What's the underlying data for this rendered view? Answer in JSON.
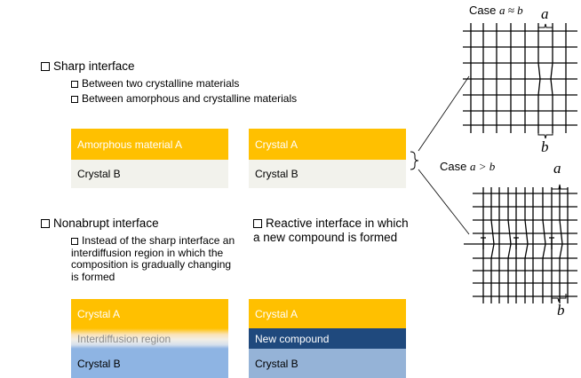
{
  "left": {
    "sharp": {
      "title": "Sharp interface",
      "sub1": "Between two crystalline materials",
      "sub2": "Between amorphous and crystalline materials"
    },
    "sharp_stack_1": {
      "top": "Amorphous material A",
      "bottom": "Crystal B"
    },
    "sharp_stack_2": {
      "top": "Crystal A",
      "bottom": "Crystal B"
    },
    "nonabrupt": {
      "title": "Nonabrupt interface",
      "desc": "Instead of the sharp interface an interdiffusion region in which the composition is gradually changing is formed"
    },
    "nonabrupt_stack": {
      "top": "Crystal A",
      "middle": "Interdiffusion region",
      "bottom": "Crystal B"
    },
    "reactive": {
      "title": "Reactive interface in which a new compound is formed"
    },
    "reactive_stack": {
      "top": "Crystal A",
      "middle": "New compound",
      "bottom": "Crystal B"
    }
  },
  "right": {
    "case1": {
      "title_prefix": "Case ",
      "title_math": "a ≈ b",
      "label_a": "a",
      "label_b": "b"
    },
    "case2": {
      "title_prefix": "Case ",
      "title_math": "a > b",
      "label_a": "a",
      "label_b": "b"
    }
  },
  "colors": {
    "amber": "#FFC000",
    "offwhite": "#F2F2EC",
    "light_blue": "#8EB4E3",
    "navy": "#1F497D",
    "steel_blue": "#95B3D7",
    "interdiffusion_text": "#8C8C8C"
  }
}
